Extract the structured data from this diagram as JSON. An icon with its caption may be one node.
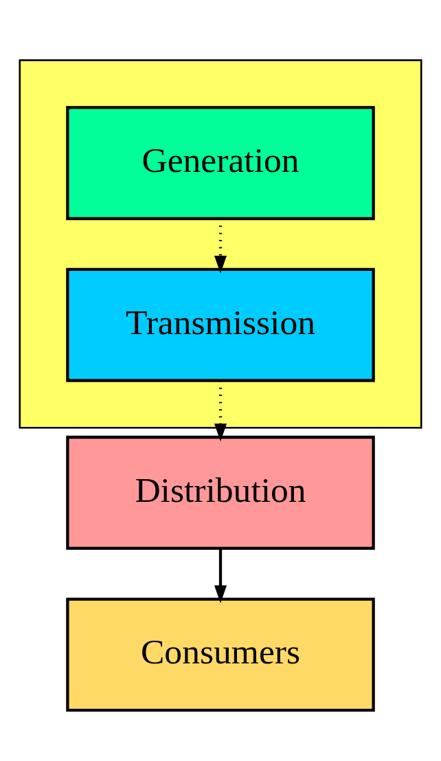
{
  "diagram": {
    "nodes": [
      {
        "text": [],
        "shape": "box"
      },
      {
        "text": [
          "Generation"
        ],
        "in": 0
      },
      {
        "text": [
          "Transmission"
        ],
        "in": 0
      },
      {
        "text": [
          "Distribution"
        ]
      },
      {
        "text": [
          "Consumers"
        ]
      }
    ],
    "edges": [
      {
        "from": 1,
        "to": 2,
        "arrow": "to",
        "style": "dashed"
      },
      {
        "from": 2,
        "to": 3,
        "arrow": "to",
        "style": "dashed"
      },
      {
        "from": 3,
        "to": 4,
        "arrow": "to"
      }
    ]
  }
}
